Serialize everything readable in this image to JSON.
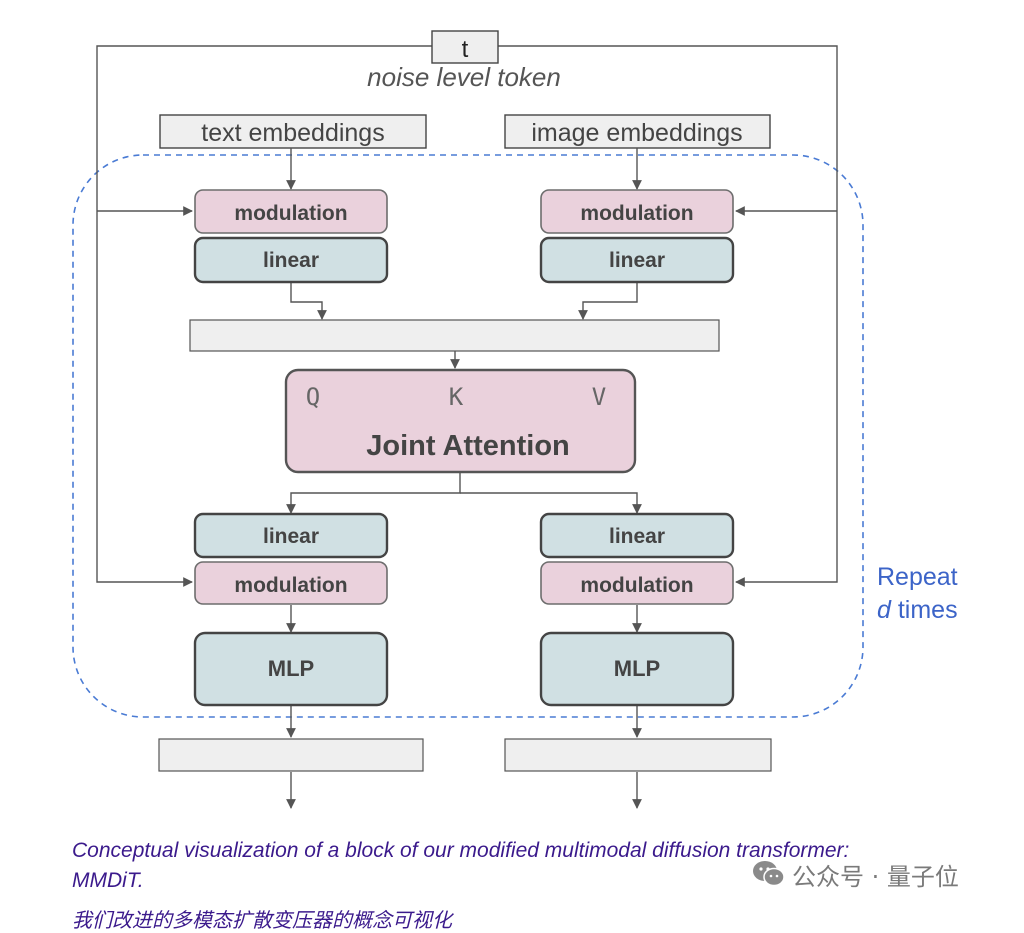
{
  "diagram": {
    "t_label": "t",
    "noise_label": "noise level token",
    "text_embeddings": "text embeddings",
    "image_embeddings": "image embeddings",
    "modulation_label": "modulation",
    "linear_label": "linear",
    "q_label": "Q",
    "k_label": "K",
    "v_label": "V",
    "joint_attention": "Joint Attention",
    "mlp_label": "MLP",
    "repeat_line1": "Repeat",
    "repeat_italic": "d",
    "repeat_times": " times"
  },
  "caption": "Conceptual visualization of a block of our modified multimodal diffusion transformer: MMDiT.",
  "caption_cn": "我们改进的多模态扩散变压器的概念可视化",
  "watermark": "公众号 · 量子位",
  "colors": {
    "pink_fill": "#ead1dc",
    "teal_fill": "#d0e0e3",
    "grey_fill": "#efefef",
    "dashed_border": "#4a7bd4",
    "repeat_text": "#3c64c8",
    "caption_text": "#3b1a8c"
  }
}
